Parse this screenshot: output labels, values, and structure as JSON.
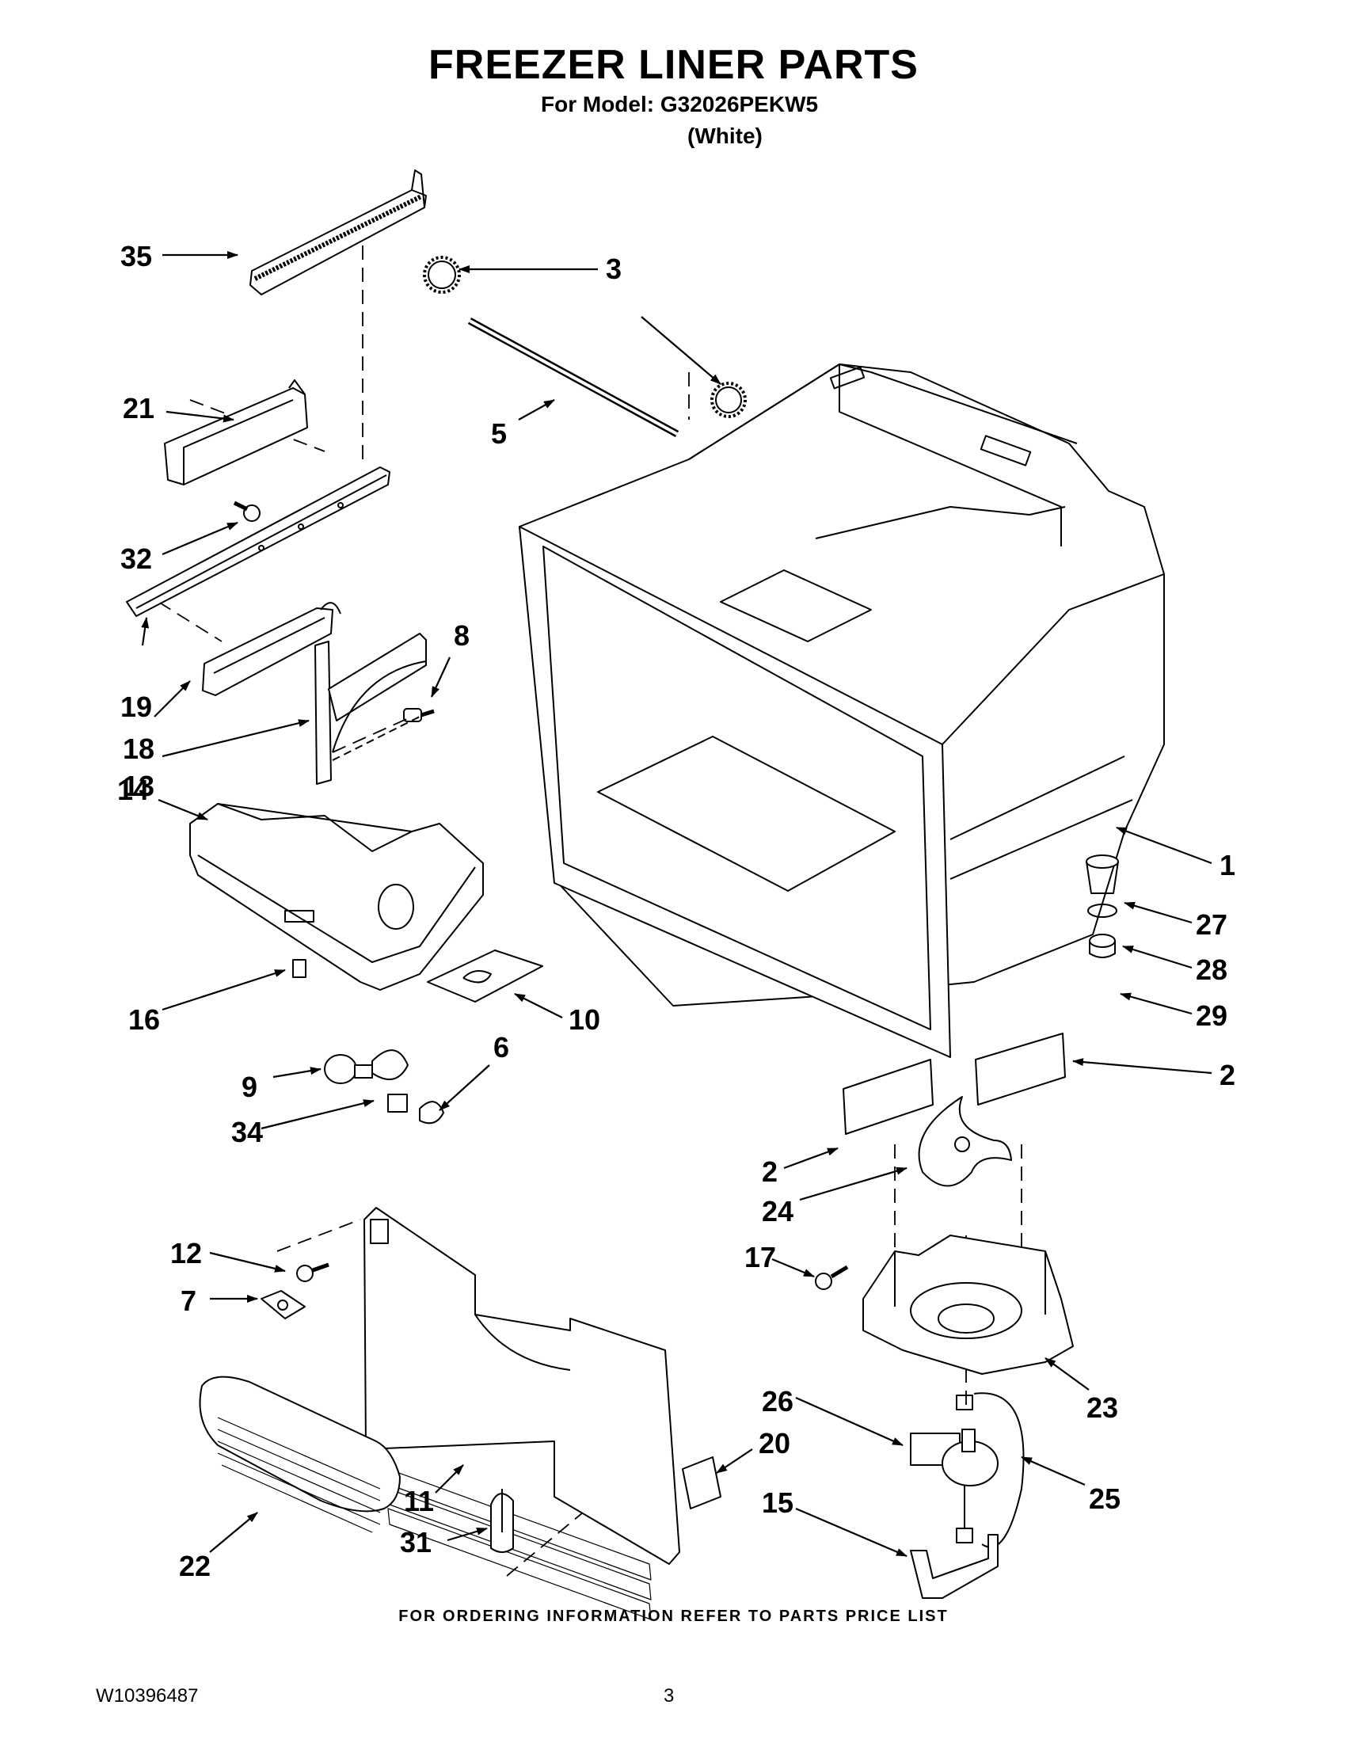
{
  "header": {
    "title": "FREEZER LINER PARTS",
    "model_line": "For Model: G32026PEKW5",
    "color_line": "(White)"
  },
  "callouts": [
    "35",
    "3",
    "5",
    "21",
    "32",
    "19",
    "18",
    "13",
    "8",
    "14",
    "16",
    "10",
    "9",
    "34",
    "6",
    "12",
    "7",
    "22",
    "11",
    "31",
    "1",
    "27",
    "28",
    "29",
    "2",
    "2",
    "24",
    "17",
    "23",
    "26",
    "20",
    "25",
    "15"
  ],
  "footer": {
    "ordering_note": "FOR ORDERING INFORMATION REFER TO PARTS PRICE LIST",
    "document_number": "W10396487",
    "page_number": "3"
  }
}
